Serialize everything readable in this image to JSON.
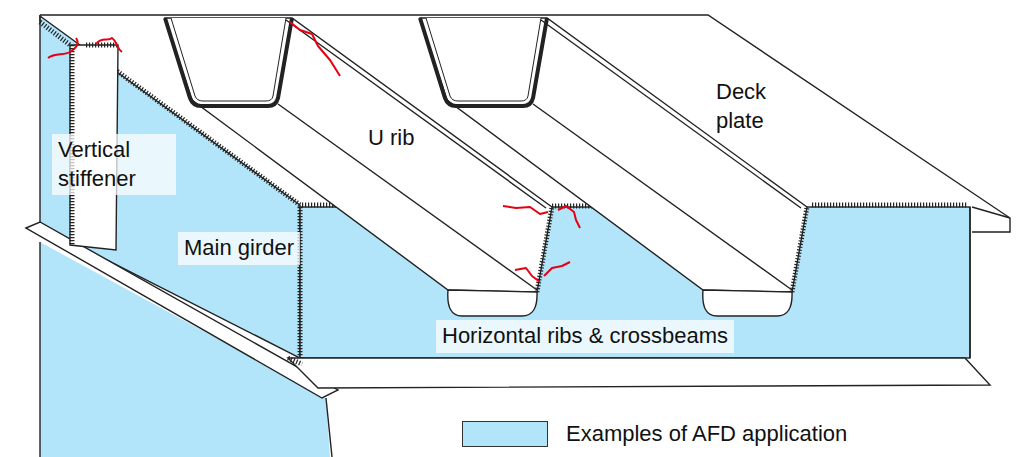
{
  "diagram": {
    "labels": [
      "Vertical stiffener",
      "U rib",
      "Deck plate",
      "Main girder",
      "Horizontal ribs & crossbeams"
    ],
    "legend": [
      {
        "text": "Examples of AFD application",
        "color": "#b3e5fa"
      }
    ]
  }
}
